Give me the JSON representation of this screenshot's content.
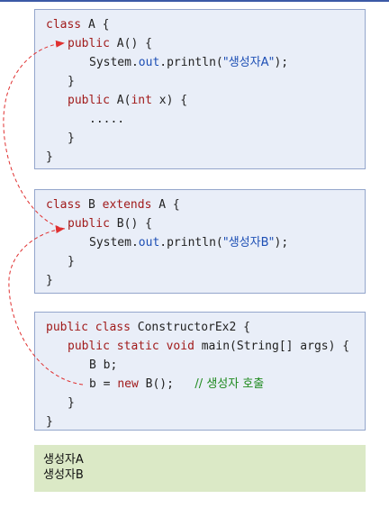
{
  "code_a": {
    "l1_kw": "class",
    "l1_rest": " A {",
    "l2_kw": "public",
    "l2_rest": " A() {",
    "l3_pre": "System.",
    "l3_fld": "out",
    "l3_mid": ".println(",
    "l3_str": "\"생성자A\"",
    "l3_end": ");",
    "l4": "}",
    "l5_kw": "public",
    "l5_mid": " A(",
    "l5_kw2": "int",
    "l5_rest": " x) {",
    "l6": ".....",
    "l7": "}",
    "l8": "}"
  },
  "code_b": {
    "l1_kw": "class",
    "l1_mid": " B ",
    "l1_kw2": "extends",
    "l1_rest": " A {",
    "l2_kw": "public",
    "l2_rest": " B() {",
    "l3_pre": "System.",
    "l3_fld": "out",
    "l3_mid": ".println(",
    "l3_str": "\"생성자B\"",
    "l3_end": ");",
    "l4": "}",
    "l5": "}"
  },
  "code_main": {
    "l1_kw": "public",
    "l1_kw2": "class",
    "l1_rest": " ConstructorEx2 {",
    "l2_kw": "public",
    "l2_kw2": "static",
    "l2_kw3": "void",
    "l2_rest": " main(String[] args) {",
    "l3": "B b;",
    "l4_pre": "b = ",
    "l4_kw": "new",
    "l4_mid": " B();",
    "l4_cmt": "// 생성자 호출",
    "l5": "}",
    "l6": "}"
  },
  "output": {
    "line1": "생성자A",
    "line2": "생성자B"
  },
  "colors": {
    "keyword": "#a11b1b",
    "string": "#1d4fb5",
    "comment": "#1f8a1f",
    "arrow": "#e03030",
    "code_bg": "#e9eef8",
    "output_bg": "#dbe9c6"
  }
}
